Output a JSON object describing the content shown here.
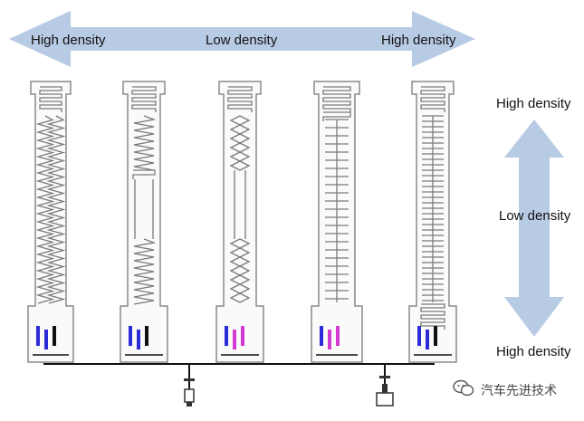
{
  "labels": {
    "top_left": "High density",
    "top_center": "Low density",
    "top_right": "High density",
    "side_top": "High density",
    "side_middle": "Low density",
    "side_bottom": "High density"
  },
  "watermark": {
    "text": "汽车先进技术",
    "icon": "wechat-icon"
  },
  "colors": {
    "arrow": "#b8cbe4",
    "outline": "#8a8a8a",
    "trace": "#7a7a7a",
    "harness": "#111111",
    "sensor_blue": "#2b2bd8",
    "sensor_magenta": "#d23ad2"
  },
  "plates": [
    {
      "pattern": "zigzag-dense"
    },
    {
      "pattern": "sparse-middle"
    },
    {
      "pattern": "braided-sparse"
    },
    {
      "pattern": "comb-sparse"
    },
    {
      "pattern": "comb-dense"
    }
  ]
}
